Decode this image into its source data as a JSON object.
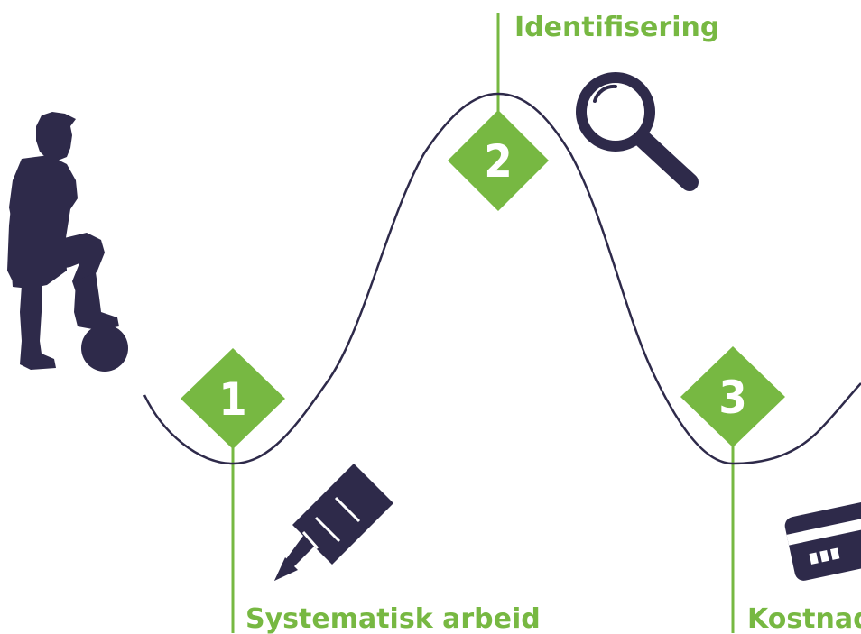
{
  "steps": [
    {
      "number": "1",
      "label": "Systematisk arbeid",
      "icon": "pencil-icon"
    },
    {
      "number": "2",
      "label": "Identifisering",
      "icon": "magnifier-icon"
    },
    {
      "number": "3",
      "label": "Kostnad",
      "icon": "credit-card-icon"
    }
  ],
  "figure": {
    "icon": "football-player-icon"
  },
  "colors": {
    "accent": "#77b842",
    "dark": "#2e2a4a",
    "curve": "#2e2a4a",
    "background": "#ffffff"
  }
}
